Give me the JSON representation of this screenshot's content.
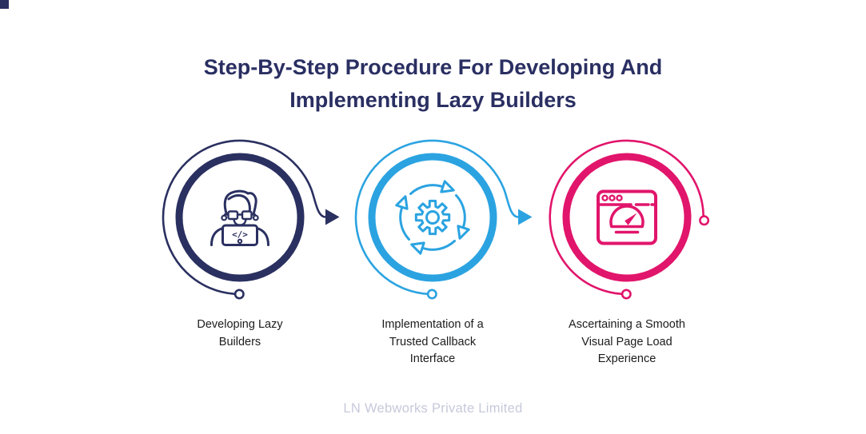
{
  "page": {
    "background": "#ffffff",
    "corner_mark_color": "#2a2f62"
  },
  "title": {
    "lines": [
      "Step-By-Step Procedure For Developing And",
      "Implementing Lazy Builders"
    ],
    "color": "#2a2f62"
  },
  "steps": [
    {
      "label": "Developing Lazy Builders",
      "color": "#2a3060",
      "icon": "developer-coding-icon",
      "icon_code_text": "</>",
      "connector": "arrow-to-next-step"
    },
    {
      "label": "Implementation of a Trusted Callback Interface",
      "color": "#2ba3e1",
      "icon": "process-sync-gear-icon",
      "connector": "arrow-to-next-step"
    },
    {
      "label": "Ascertaining a Smooth Visual Page Load Experience",
      "color": "#e1156b",
      "icon": "browser-speedometer-icon",
      "connector": "end-dot"
    }
  ],
  "footer": {
    "text": "LN Webworks Private Limited",
    "color": "#c6c9da"
  }
}
